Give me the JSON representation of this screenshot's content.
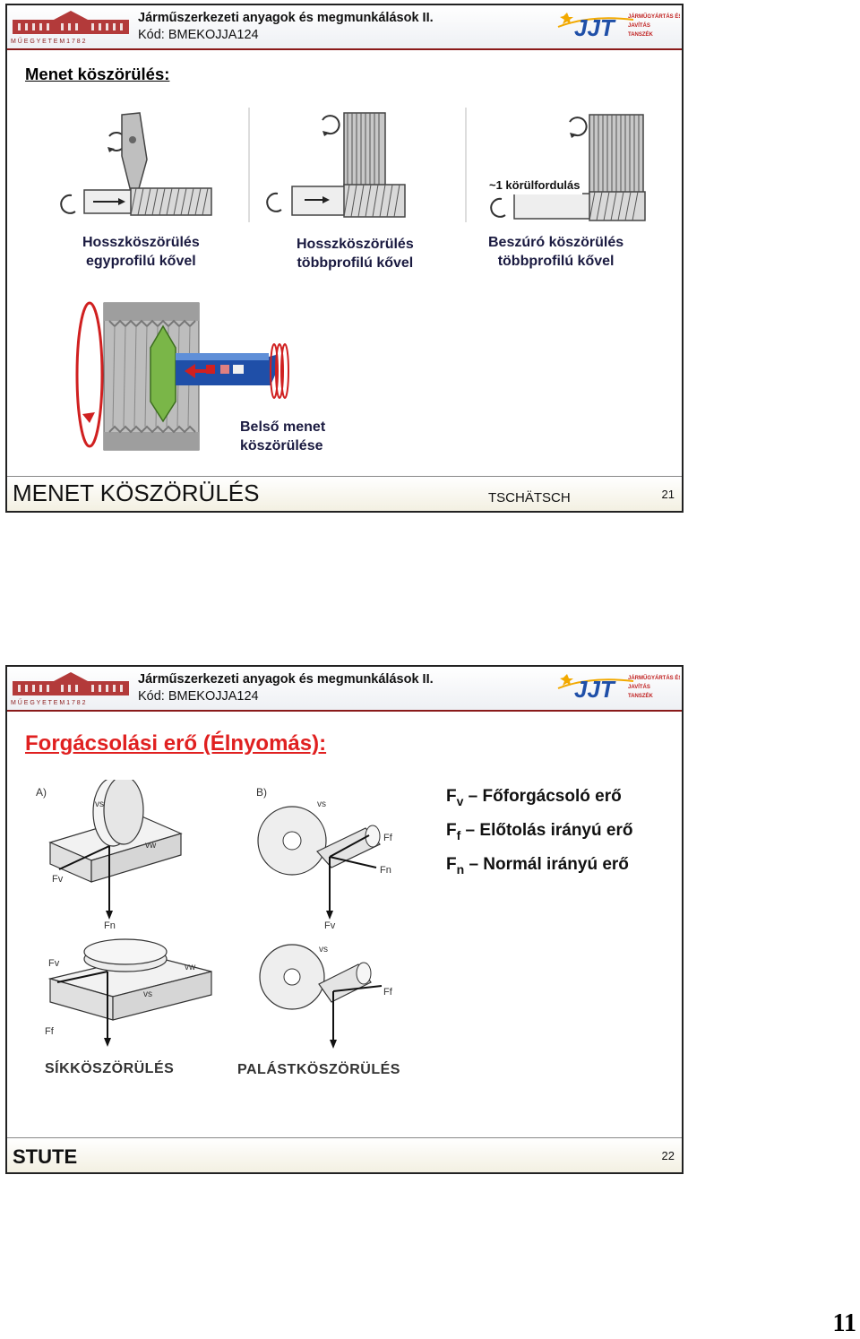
{
  "header": {
    "title": "Járműszerkezeti anyagok és megmunkálások II.",
    "code": "Kód: BMEKOJJA124",
    "bme_logo_text": "M Ű E G Y E T E M   1 7 8 2",
    "jjt_logo_text": "JJT",
    "jjt_dept_text": "JÁRMŰGYÁRTÁS ÉS JAVÍTÁS TANSZÉK"
  },
  "slide1": {
    "heading": "Menet köszörülés:",
    "rotation_note": "~1 körülfordulás",
    "captions": {
      "a_line1": "Hosszköszörülés",
      "a_line2": "egyprofilú kővel",
      "b_line1": "Hosszköszörülés",
      "b_line2": "többprofilú kővel",
      "c_line1": "Beszúró köszörülés",
      "c_line2": "többprofilú kővel",
      "d_line1": "Belső menet",
      "d_line2": "köszörülése"
    },
    "footer": {
      "title": "MENET KÖSZÖRÜLÉS",
      "author": "TSCHÄTSCH",
      "number": "21"
    }
  },
  "slide2": {
    "heading": "Forgácsolási erő (Élnyomás):",
    "forces": [
      {
        "symbol": "F",
        "sub": "v",
        "text": " – Főforgácsoló erő"
      },
      {
        "symbol": "F",
        "sub": "f",
        "text": " – Előtolás irányú erő"
      },
      {
        "symbol": "F",
        "sub": "n",
        "text": " – Normál irányú erő"
      }
    ],
    "drawing_labels": {
      "a": "A)",
      "b": "B)",
      "flat": "SÍKKÖSZÖRÜLÉS",
      "cyl": "PALÁSTKÖSZÖRÜLÉS",
      "fv": "Fv",
      "fn": "Fn",
      "ff": "Ff",
      "vs": "vs",
      "vw": "vw"
    },
    "footer": {
      "title": "STUTE",
      "number": "22"
    }
  },
  "page_number": "11",
  "colors": {
    "heading_red": "#e02020",
    "header_rule": "#8a1a1a",
    "caption_text": "#1a1a40",
    "grinder_green": "#7ab648",
    "spindle_blue": "#1f4fa8",
    "arrow_red": "#d02020"
  }
}
